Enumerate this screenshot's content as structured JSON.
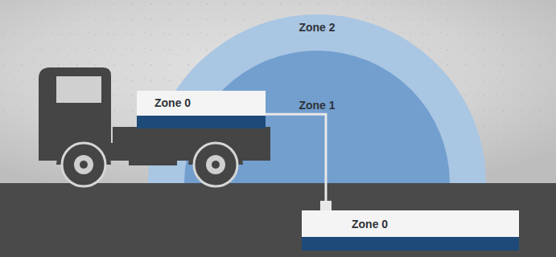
{
  "diagram": {
    "nodes": [
      {
        "text": [
          "Zone 2"
        ]
      },
      {
        "text": [
          "Zone 1"
        ],
        "in": 0
      },
      {
        "text": [
          "Zone 0"
        ]
      },
      {
        "text": [
          "Zone 0"
        ]
      }
    ],
    "edges": [
      {
        "from": 2,
        "to": 3,
        "arrow": "none"
      }
    ]
  }
}
